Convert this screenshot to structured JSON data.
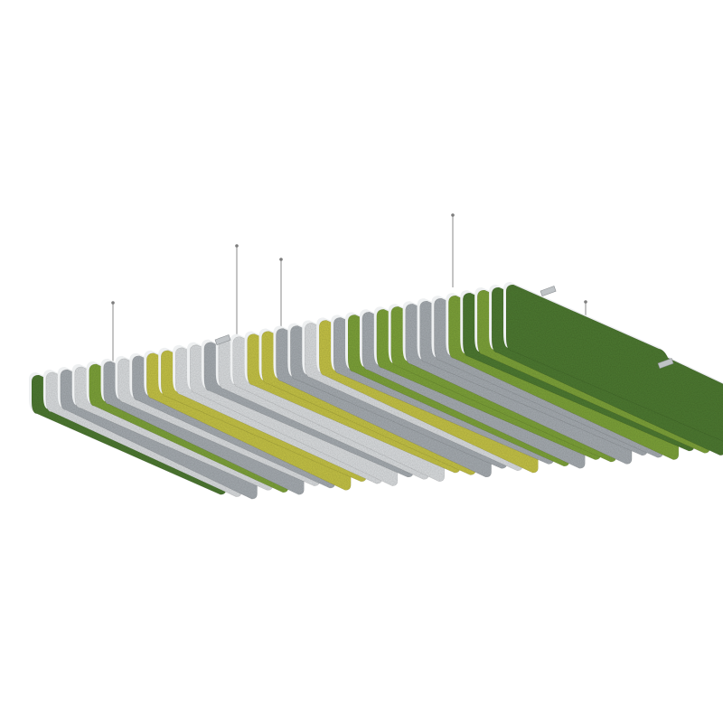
{
  "scene": {
    "subject": "suspended-acoustic-felt-baffle-ceiling",
    "background": "#ffffff",
    "panel_count": 34,
    "suspension_count": 5,
    "colors": {
      "dark_green": "#4e7a32",
      "moss_green": "#7ea33a",
      "olive_yellow": "#c6c447",
      "light_grey": "#dcdfe1",
      "mid_grey": "#a7adb2",
      "edge_white": "#eef0f1",
      "wire": "#9c9c9c"
    },
    "panel_colors": [
      "dark_green",
      "light_grey",
      "mid_grey",
      "light_grey",
      "moss_green",
      "mid_grey",
      "light_grey",
      "mid_grey",
      "olive_yellow",
      "olive_yellow",
      "light_grey",
      "light_grey",
      "mid_grey",
      "light_grey",
      "light_grey",
      "olive_yellow",
      "olive_yellow",
      "mid_grey",
      "mid_grey",
      "light_grey",
      "olive_yellow",
      "mid_grey",
      "moss_green",
      "mid_grey",
      "moss_green",
      "moss_green",
      "mid_grey",
      "mid_grey",
      "mid_grey",
      "moss_green",
      "dark_green",
      "moss_green",
      "dark_green",
      "dark_green"
    ]
  }
}
